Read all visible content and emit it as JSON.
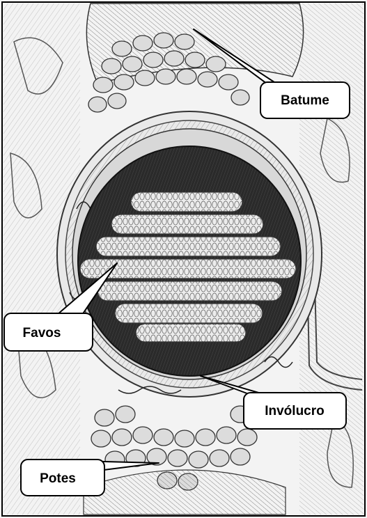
{
  "labels": {
    "batume": "Batume",
    "favos": "Favos",
    "involucro": "Invólucro",
    "potes": "Potes"
  },
  "colors": {
    "paper": "#f3f3f3",
    "cavity": "#2a2a2a",
    "comb": "#e6e6e6",
    "pot": "#dcdcdc",
    "ink": "#1a1a1a",
    "callout_fill": "#ffffff",
    "callout_stroke": "#000000"
  },
  "illustration": {
    "subject": "stingless-bee-nest-cross-section",
    "comb_layers": 7
  }
}
